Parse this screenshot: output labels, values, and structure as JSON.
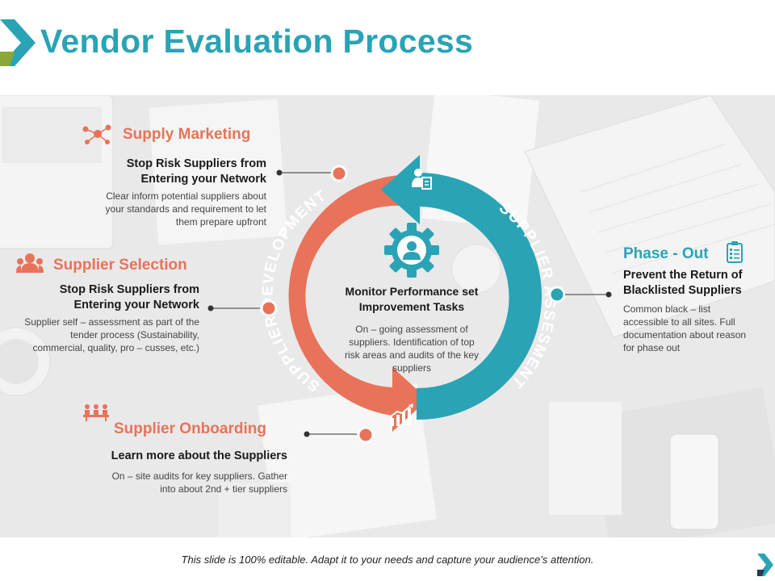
{
  "title": "Vendor Evaluation Process",
  "colors": {
    "teal": "#2aa3b5",
    "orange": "#e8735a",
    "dark": "#1a1a1a",
    "chevron_green": "#7a9a3a"
  },
  "cycle": {
    "left_arc_label": "SUPPLIER DEVELOPMENT",
    "right_arc_label": "SUPPLIER ASSESMENT",
    "center_icon": "gear-person-icon",
    "center_heading": "Monitor Performance set Improvement Tasks",
    "center_body": "On – going assessment of suppliers. Identification of top risk areas and audits of the key suppliers"
  },
  "items": {
    "supply_marketing": {
      "icon": "network-people-icon",
      "title": "Supply Marketing",
      "subtitle": "Stop Risk Suppliers from Entering your Network",
      "body": "Clear inform potential suppliers about your standards and requirement to let them prepare upfront"
    },
    "supplier_selection": {
      "icon": "people-group-icon",
      "title": "Supplier Selection",
      "subtitle": "Stop Risk Suppliers from Entering your Network",
      "body": "Supplier self – assessment as part of the tender process (Sustainability, commercial, quality, pro – cusses, etc.)"
    },
    "supplier_onboarding": {
      "icon": "meeting-table-icon",
      "title": "Supplier Onboarding",
      "subtitle": "Learn more about the Suppliers",
      "body": "On – site audits for key suppliers. Gather into about 2nd + tier suppliers"
    },
    "phase_out": {
      "icon": "clipboard-list-icon",
      "title": "Phase - Out",
      "subtitle": "Prevent the Return of Blacklisted Suppliers",
      "body": "Common black – list accessible to all sites. Full documentation about reason for phase out"
    }
  },
  "arc_icons": {
    "top": "person-document-icon",
    "bottom": "growth-chart-icon"
  },
  "footer": "This slide is 100% editable. Adapt it to your needs and capture your audience’s attention."
}
